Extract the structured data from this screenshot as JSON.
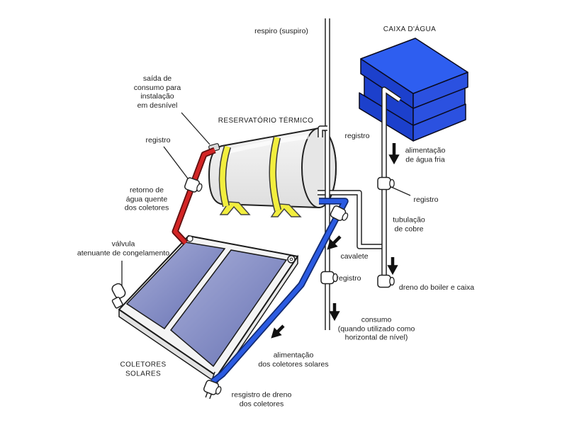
{
  "labels": {
    "respiro": "respiro (suspiro)",
    "caixa_dagua": "CAIXA D'ÁGUA",
    "saida_consumo": "saída de\nconsumo para\ninstalação\nem desnível",
    "registro_saida": "registro",
    "reservatorio": "RESERVATÓRIO TÉRMICO",
    "retorno": "retorno de\nágua quente\ndos coletores",
    "valvula_congelamento": "válvula\natenuante de congelamento",
    "coletores_solares": "COLETORES\nSOLARES",
    "registro_respiro": "registro",
    "alimentacao_agua_fria": "alimentação\nde água fria",
    "registro_caixa": "registro",
    "tubulacao_cobre": "tubulação\nde cobre",
    "cavalete": "cavalete",
    "registro_cavalete": "registro",
    "dreno_boiler": "dreno do boiler e caixa",
    "consumo": "consumo\n(quando utilizado como\nhorizontal de nível)",
    "alimentacao_coletores": "alimentação\ndos coletores solares",
    "registro_dreno_coletores": "resgistro de dreno\ndos coletores"
  },
  "colors": {
    "tank_top": "#2e5ef0",
    "tank_left": "#1c40cc",
    "tank_right": "#2b51e0",
    "pipe_hot": "#d32525",
    "pipe_cold_feed": "#2b5be2",
    "strap_yellow": "#f2ee3e",
    "collector_light": "#a9afd9",
    "collector_dark": "#6570b2",
    "text": "#1c1c1c"
  }
}
